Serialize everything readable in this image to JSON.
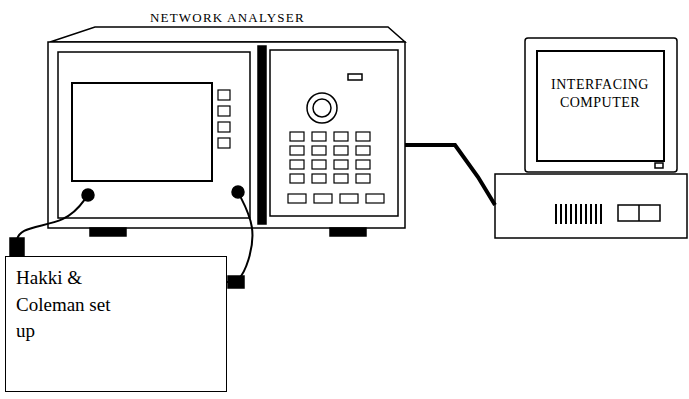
{
  "diagram": {
    "nodes": [
      {
        "text": [
          "NETWORK ANALYSER"
        ]
      },
      {
        "text": [
          "INTERFACING COMPUTER"
        ]
      },
      {
        "text": [
          "Hakki & Coleman set up"
        ]
      }
    ],
    "edges": [
      {
        "from": 0,
        "to": 1,
        "arrow": "none"
      },
      {
        "from": 0,
        "to": 2,
        "arrow": "none"
      },
      {
        "from": 0,
        "to": 2,
        "arrow": "none"
      }
    ]
  }
}
